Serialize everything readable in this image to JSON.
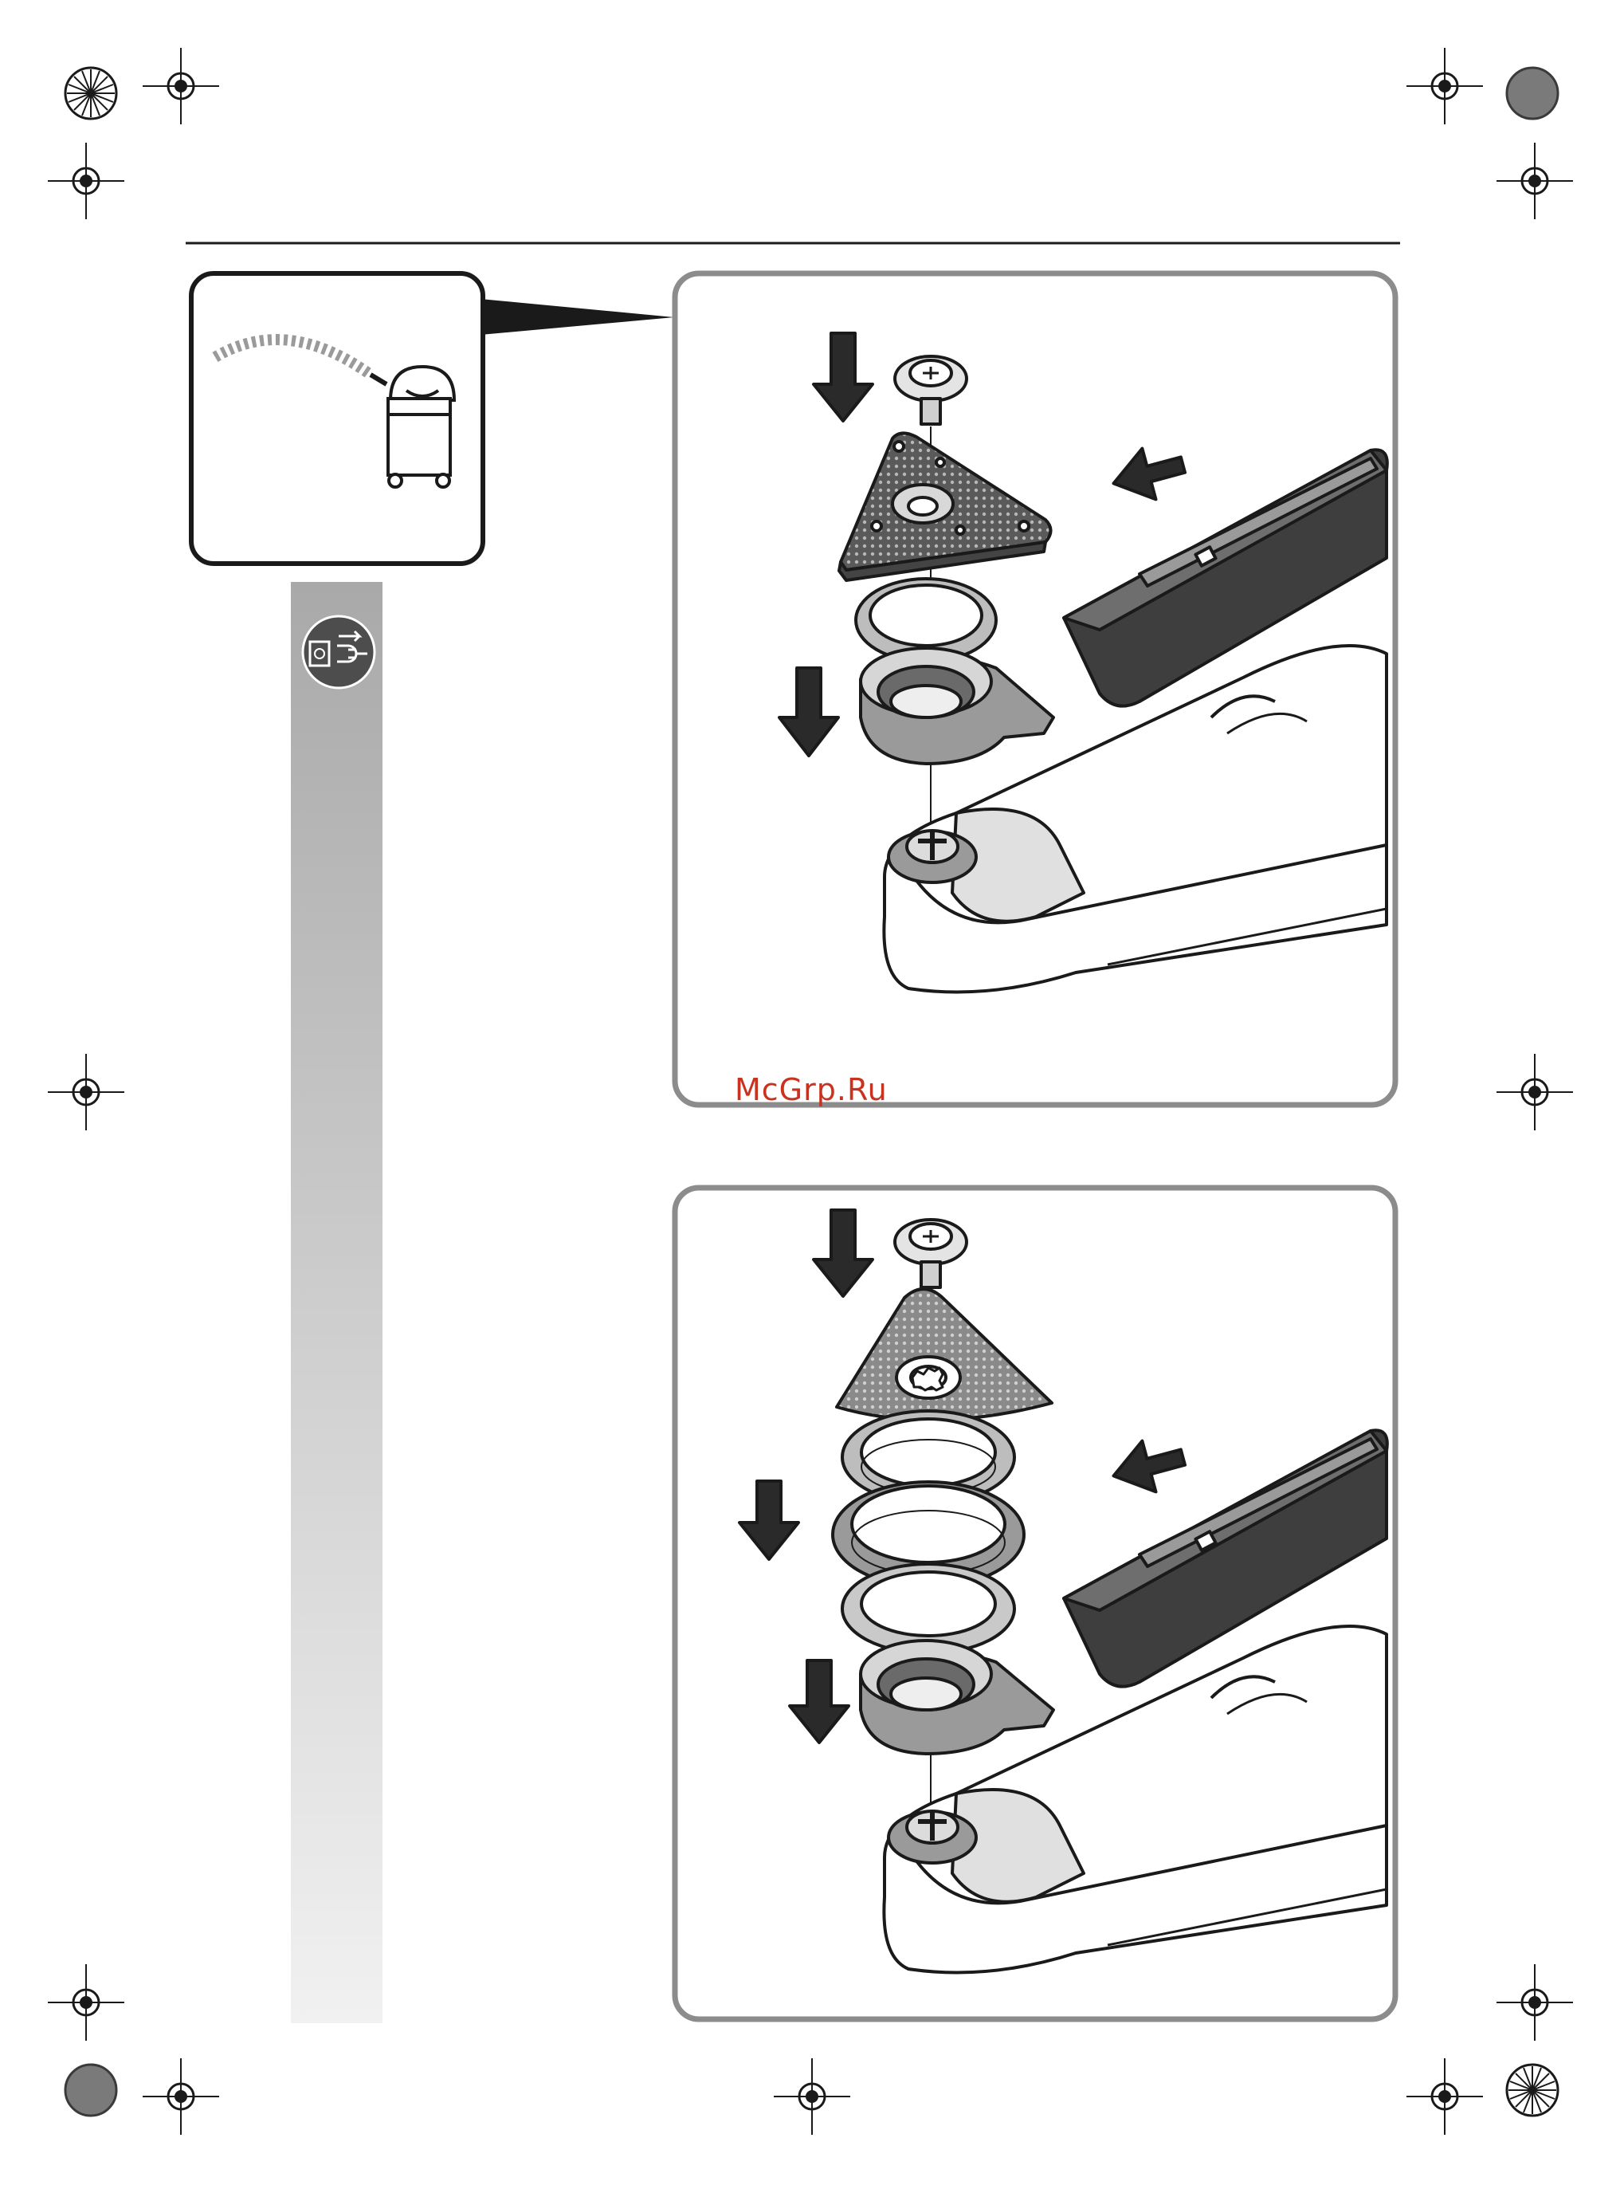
{
  "page": {
    "watermark_text": "McGrp.Ru",
    "colors": {
      "frame_border": "#8c8c8c",
      "ink": "#1a1a1a",
      "sidebar_top": "#a9a9a9",
      "sidebar_bottom": "#f1f1f1",
      "icon_circle": "#4d4d4d",
      "watermark": "#c8321e"
    }
  },
  "figures": [
    {
      "id": "top",
      "description_icons": [
        "down-arrow",
        "screw",
        "triangular-sanding-plate",
        "ring",
        "mount-cup",
        "down-arrow",
        "dust-extraction-adapter",
        "left-arrow",
        "multi-tool-head"
      ]
    },
    {
      "id": "bottom",
      "description_icons": [
        "down-arrow",
        "screw",
        "triangular-sanding-plate",
        "ring",
        "ring",
        "ring",
        "mount-cup",
        "down-arrow",
        "down-arrow",
        "dust-extraction-adapter",
        "left-arrow",
        "multi-tool-head"
      ]
    }
  ],
  "inset": {
    "icon": "vacuum-cleaner-icon"
  },
  "sidebar": {
    "icon": "unplug-power-icon"
  }
}
